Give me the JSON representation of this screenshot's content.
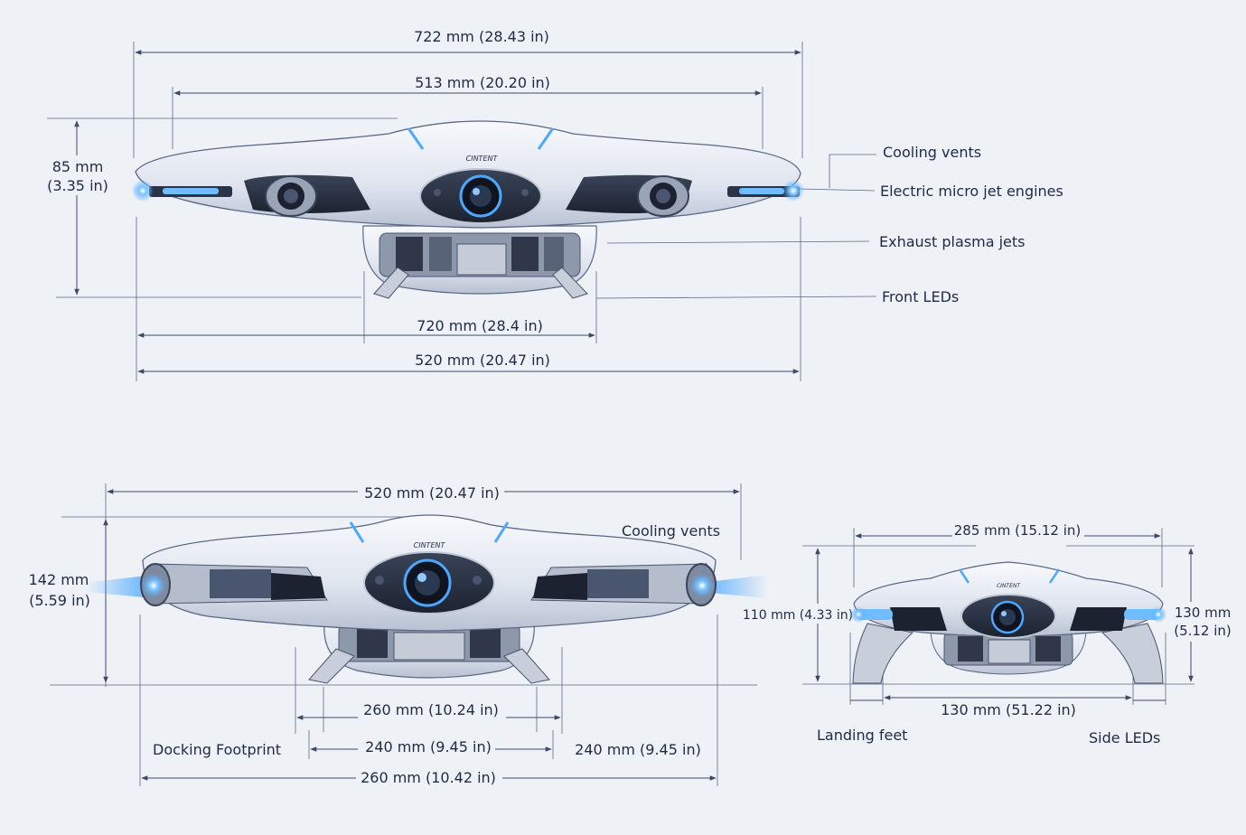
{
  "colors": {
    "background": "#eef1f6",
    "line": "#3b4a66",
    "glow": "#4aa8ff",
    "hull": "#dfe4ee"
  },
  "brand_mark": "CINTENT",
  "front_view": {
    "dims": {
      "overall_width": "722 mm (28.43 in)",
      "wing_width": "513 mm (20.20 in)",
      "height_mm": "85 mm",
      "height_in": "(3.35 in)",
      "base_width": "720 mm (28.4 in)",
      "lower_width": "520 mm (20.47 in)"
    },
    "callouts": [
      "Cooling vents",
      "Electric micro jet engines",
      "Exhaust plasma jets",
      "Front LEDs"
    ]
  },
  "side_view": {
    "dims": {
      "top_width": "520 mm (20.47 in)",
      "height_mm": "142 mm",
      "height_in": "(5.59 in)",
      "foot_span": "260 mm (10.24 in)",
      "inner_span": "240 mm (9.45 in)",
      "right_span": "240 mm (9.45 in)",
      "bottom_width": "260 mm (10.42 in)"
    },
    "labels": {
      "cooling_vents": "Cooling vents",
      "docking_footprint": "Docking Footprint"
    }
  },
  "rear_view": {
    "dims": {
      "top_width": "285 mm (15.12 in)",
      "left_height": "110 mm (4.33 in)",
      "right_height_mm": "130 mm",
      "right_height_in": "(5.12 in)",
      "bottom_width": "130 mm (51.22 in)"
    },
    "labels": {
      "landing_feet": "Landing feet",
      "side_leds": "Side LEDs"
    }
  }
}
